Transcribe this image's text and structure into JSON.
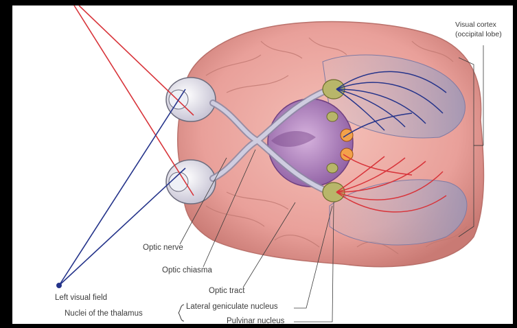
{
  "labels": {
    "visual_cortex_line1": "Visual cortex",
    "visual_cortex_line2": "(occipital lobe)",
    "optic_nerve": "Optic nerve",
    "optic_chiasma": "Optic chiasma",
    "optic_tract": "Optic tract",
    "left_visual_field": "Left visual field",
    "nuclei_of_thalamus": "Nuclei of the thalamus",
    "lateral_geniculate_nucleus": "Lateral geniculate nucleus",
    "pulvinar_nucleus": "Pulvinar nucleus"
  },
  "colors": {
    "brain": "#e9a09a",
    "brain_dark": "#c97a74",
    "midbrain": "#b98ac4",
    "blue_path": "#24338a",
    "red_path": "#d8343a",
    "nucleus": "#b8b66a",
    "nerve": "#c9c6d6"
  }
}
